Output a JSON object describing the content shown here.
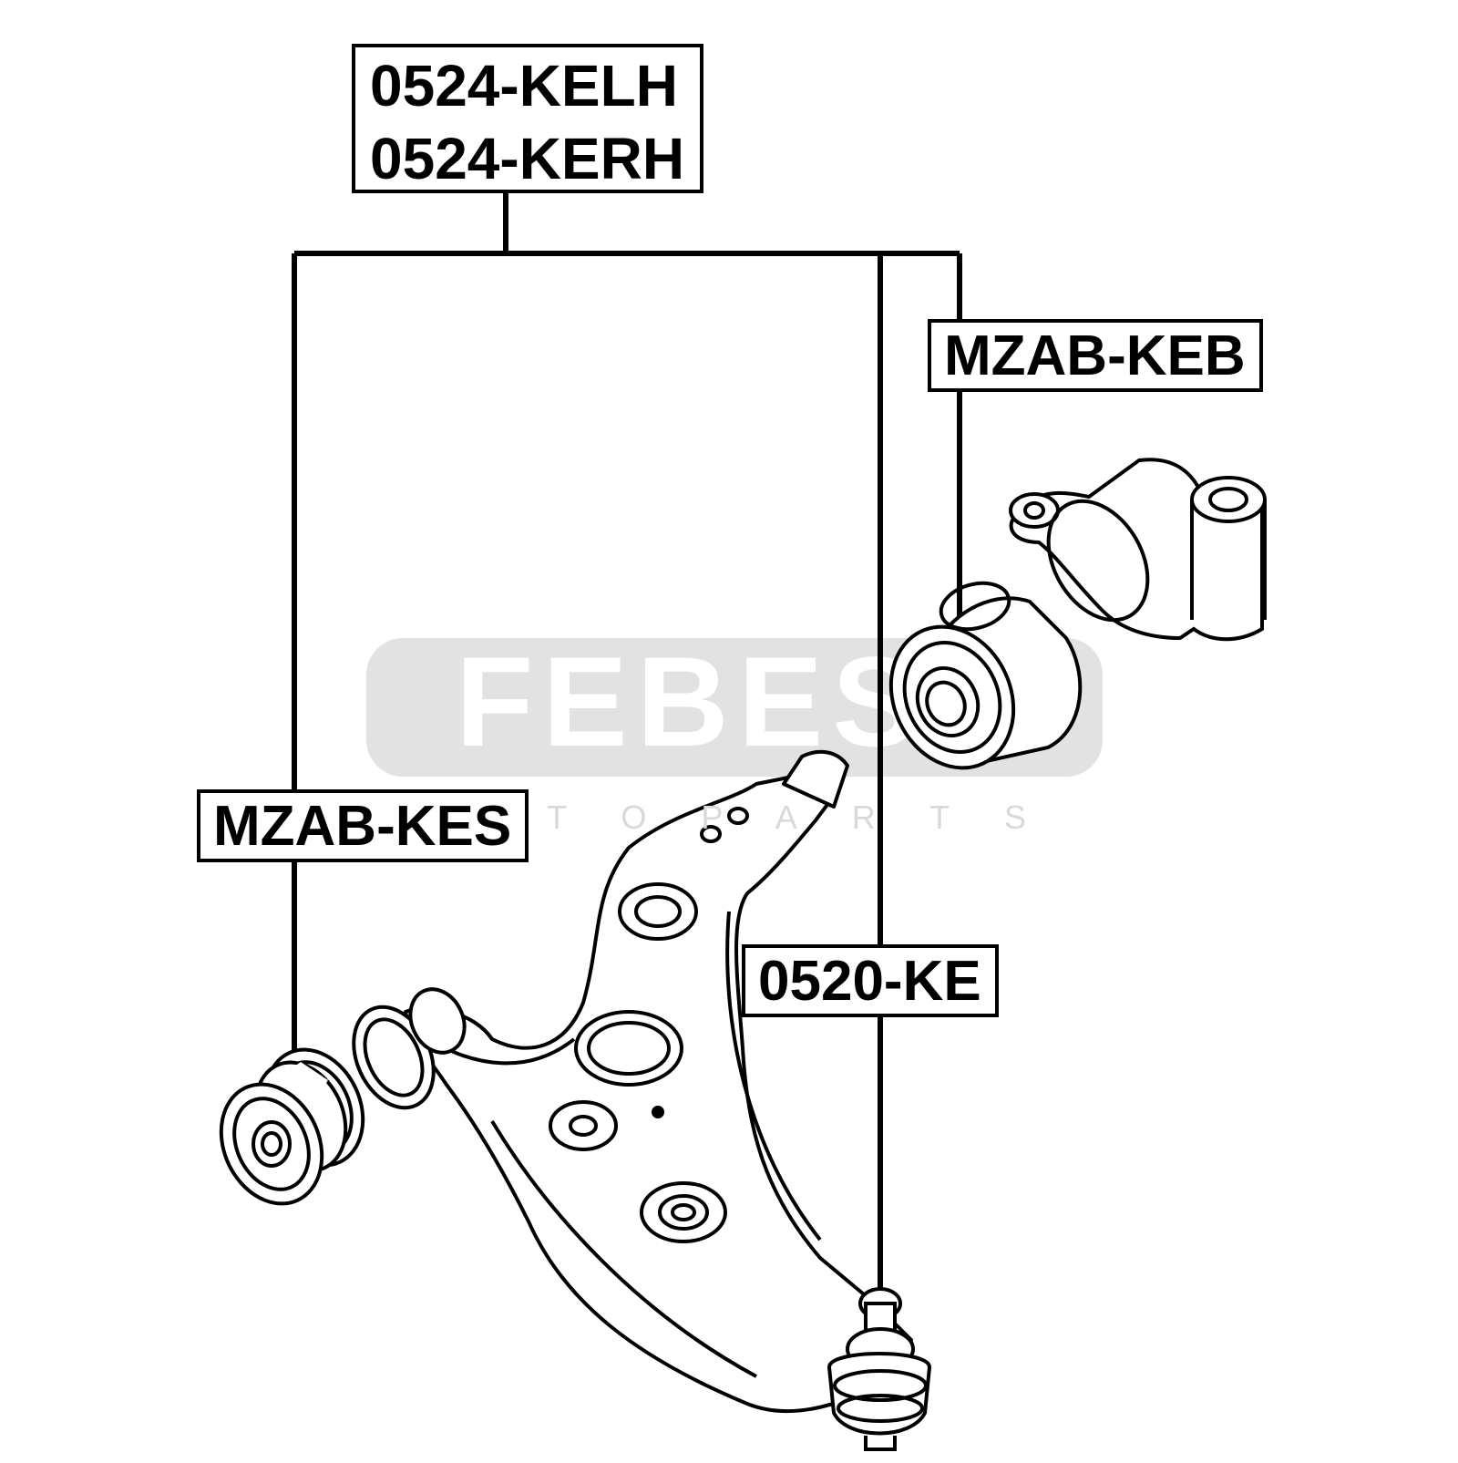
{
  "labels": {
    "arm_left": "0524-KELH",
    "arm_right": "0524-KERH",
    "rear_bushing": "MZAB-KEB",
    "front_bushing": "MZAB-KES",
    "ball_joint": "0520-KE"
  },
  "watermark": {
    "brand": "FEBEST",
    "sub": "AUTOPARTS"
  }
}
